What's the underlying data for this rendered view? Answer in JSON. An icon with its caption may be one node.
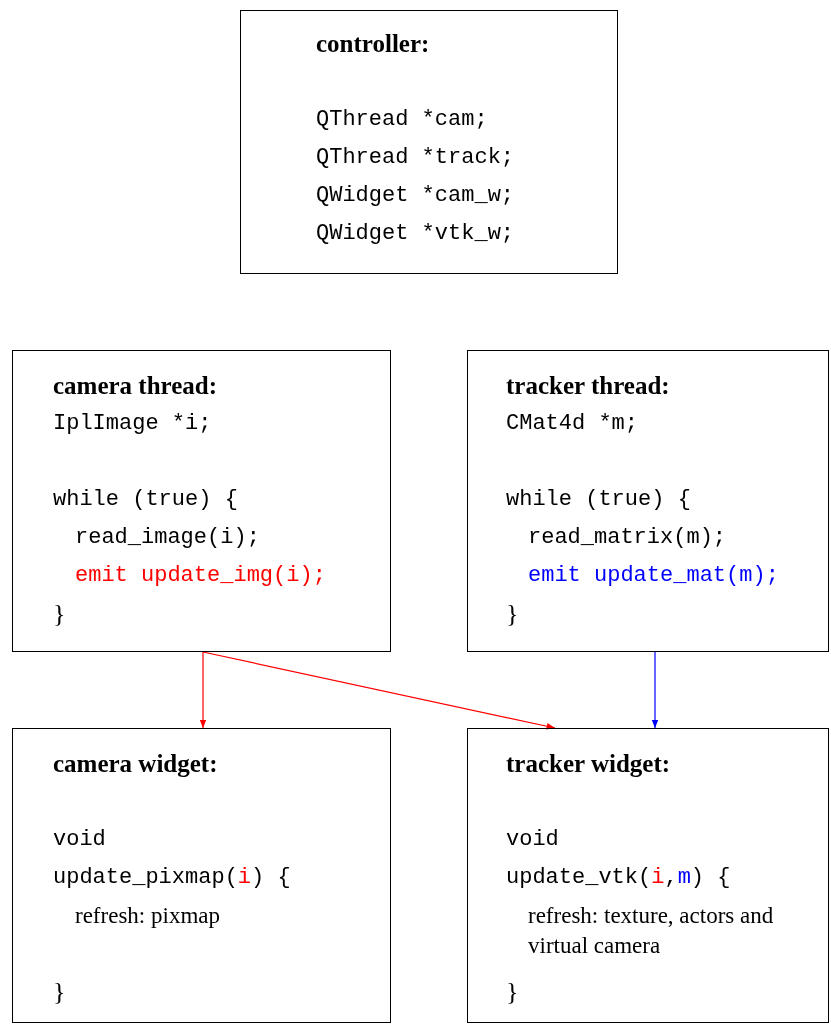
{
  "diagram": {
    "nodes": [
      {
        "text": [
          "controller:",
          "QThread *cam;",
          "QThread *track;",
          "QWidget *cam_w;",
          "QWidget *vtk_w;"
        ]
      },
      {
        "text": [
          "camera thread:",
          "IplImage *i;",
          "while (true) {",
          "read_image(i);",
          "emit update_img(i);",
          "}"
        ]
      },
      {
        "text": [
          "tracker thread:",
          "CMat4d *m;",
          "while (true) {",
          "read_matrix(m);",
          "emit update_mat(m);",
          "}"
        ]
      },
      {
        "text": [
          "camera widget:",
          "void",
          "update_pixmap(i) {",
          "refresh: pixmap",
          "}"
        ]
      },
      {
        "text": [
          "tracker widget:",
          "void",
          "update_vtk(i,m) {",
          "refresh: texture, actors and virtual camera",
          "}"
        ]
      }
    ],
    "edges": [
      {
        "from": 1,
        "to": 3,
        "arrow": "to",
        "color": "#ff0000"
      },
      {
        "from": 1,
        "to": 4,
        "arrow": "to",
        "color": "#ff0000"
      },
      {
        "from": 2,
        "to": 4,
        "arrow": "to",
        "color": "#0000ff"
      }
    ]
  }
}
